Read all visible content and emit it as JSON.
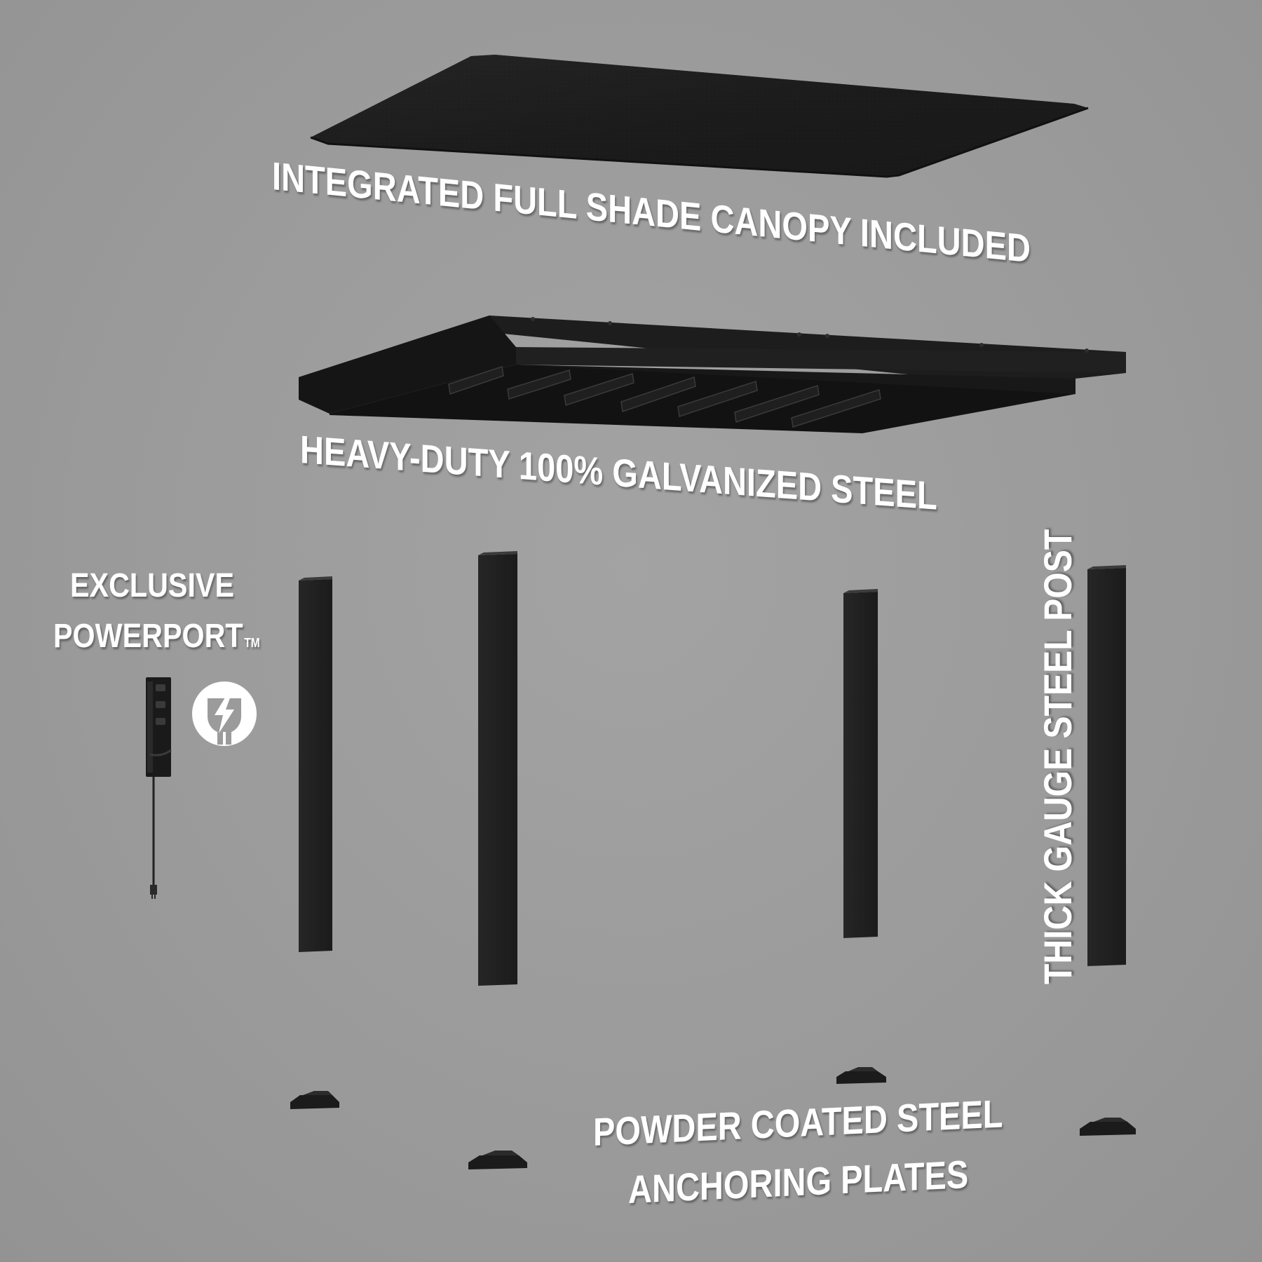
{
  "labels": {
    "canopy": "INTEGRATED FULL SHADE CANOPY INCLUDED",
    "frame": "HEAVY-DUTY 100% GALVANIZED STEEL",
    "powerport_line1": "EXCLUSIVE",
    "powerport_line2": "POWERPORT",
    "trademark": "TM",
    "post": "THICK GAUGE STEEL POST",
    "plates_line1": "POWDER COATED STEEL",
    "plates_line2": "ANCHORING PLATES"
  },
  "colors": {
    "background": "#9b9b9b",
    "component": "#1c1c1c",
    "text": "#ffffff"
  },
  "icons": {
    "power": "power-plug-lightning-icon"
  }
}
